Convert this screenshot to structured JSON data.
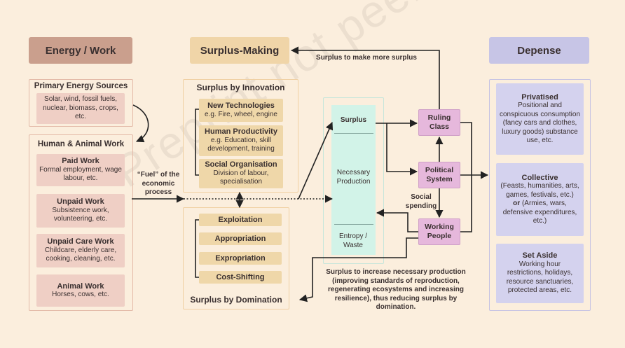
{
  "headers": {
    "energy_work": "Energy / Work",
    "surplus_making": "Surplus-Making",
    "depense": "Depense"
  },
  "colors": {
    "background": "#fbeedd",
    "energy_header": "#ca9f8d",
    "surplus_header": "#f0d5a8",
    "depense_header": "#c7c5e6",
    "pink_box": "#efcfc5",
    "tan_box": "#efd7a9",
    "lavender_box": "#d4d2ee",
    "teal_box": "#d2f3e8",
    "node_pink": "#e6b8dc"
  },
  "energy": {
    "primary": {
      "title": "Primary Energy Sources",
      "text": "Solar, wind, fossil fuels, nuclear, biomass, crops, etc."
    },
    "human_animal": {
      "title": "Human & Animal Work",
      "items": [
        {
          "title": "Paid Work",
          "text": "Formal employment, wage labour, etc."
        },
        {
          "title": "Unpaid Work",
          "text": "Subsistence work, volunteering, etc."
        },
        {
          "title": "Unpaid Care Work",
          "text": "Childcare, elderly care, cooking, cleaning, etc."
        },
        {
          "title": "Animal Work",
          "text": "Horses, cows, etc."
        }
      ]
    }
  },
  "fuel_label": "“Fuel” of the economic process",
  "innovation": {
    "title": "Surplus by Innovation",
    "items": [
      {
        "title": "New Technologies",
        "text": "e.g. Fire, wheel, engine"
      },
      {
        "title": "Human Productivity",
        "text": "e.g. Education, skill development, training"
      },
      {
        "title": "Social Organisation",
        "text": "Division of labour, specialisation"
      }
    ]
  },
  "domination": {
    "title": "Surplus by Domination",
    "items": [
      "Exploitation",
      "Appropriation",
      "Expropriation",
      "Cost-Shifting"
    ]
  },
  "production": {
    "surplus": "Surplus",
    "necessary": "Necessary Production",
    "entropy": "Entropy / Waste"
  },
  "nodes": {
    "ruling": "Ruling Class",
    "political": "Political System",
    "working": "Working People"
  },
  "labels": {
    "surplus_more": "Surplus to make more surplus",
    "social_spending": "Social spending",
    "surplus_increase": "Surplus to increase necessary production (improving standards of reproduction, regenerating ecosystems and increasing resilience), thus reducing surplus by domination."
  },
  "depense": {
    "privatised": {
      "title": "Privatised",
      "text": "Positional and conspicuous consumption (fancy cars and clothes, luxury goods) substance use, etc."
    },
    "collective": {
      "title": "Collective",
      "line1": "(Feasts, humanities, arts, games, festivals, etc.)",
      "or_word": "or",
      "line2": "(Armies, wars, defensive expenditures, etc.)"
    },
    "set_aside": {
      "title": "Set Aside",
      "text": "Working hour restrictions, holidays, resource sanctuaries, protected areas, etc."
    }
  },
  "watermark": "Preprint not peer reviewed"
}
